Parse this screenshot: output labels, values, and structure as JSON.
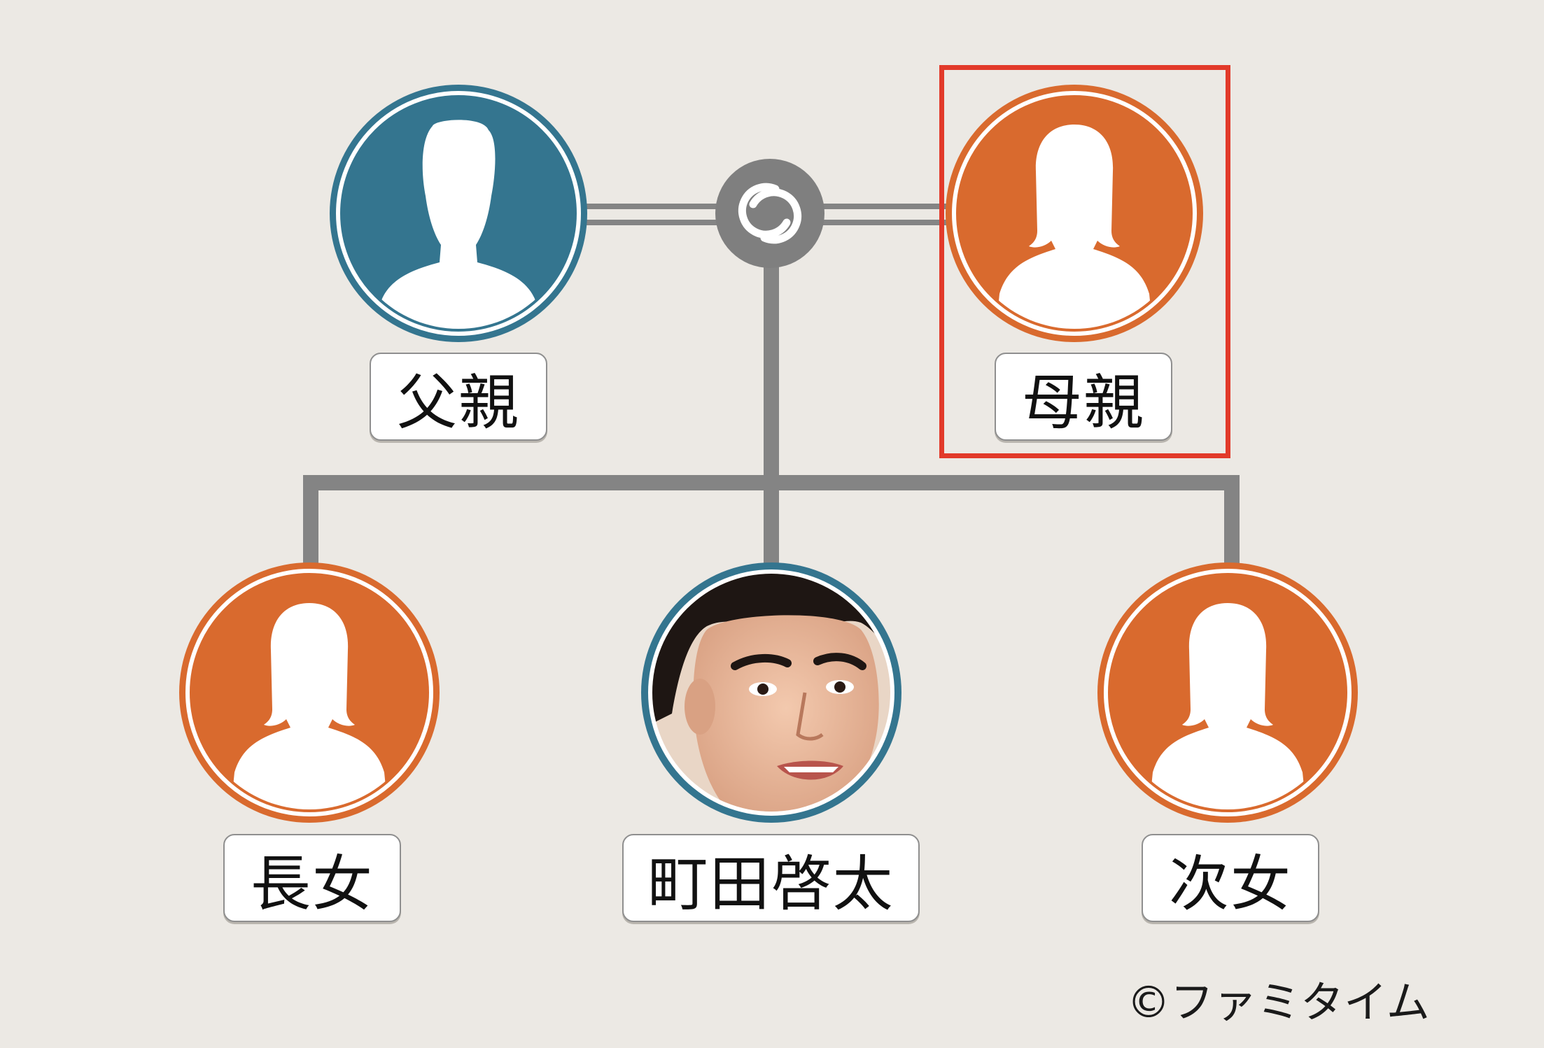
{
  "colors": {
    "male": "#34758F",
    "female": "#D96A2E",
    "line": "#848484",
    "marriage_node": "#7F7F7F",
    "highlight": "#E23A2A",
    "background": "#ECE9E4"
  },
  "people": {
    "father": {
      "label": "父親",
      "gender": "male",
      "icon": "male-silhouette-icon"
    },
    "mother": {
      "label": "母親",
      "gender": "female",
      "icon": "female-silhouette-icon"
    },
    "eldest_daughter": {
      "label": "長女",
      "gender": "female",
      "icon": "female-silhouette-icon"
    },
    "self": {
      "label": "町田啓太",
      "gender": "male",
      "icon": "portrait-photo"
    },
    "second_daughter": {
      "label": "次女",
      "gender": "female",
      "icon": "female-silhouette-icon"
    }
  },
  "highlighted": "mother",
  "marriage_icon": "rings-icon",
  "copyright": "©ファミタイム"
}
